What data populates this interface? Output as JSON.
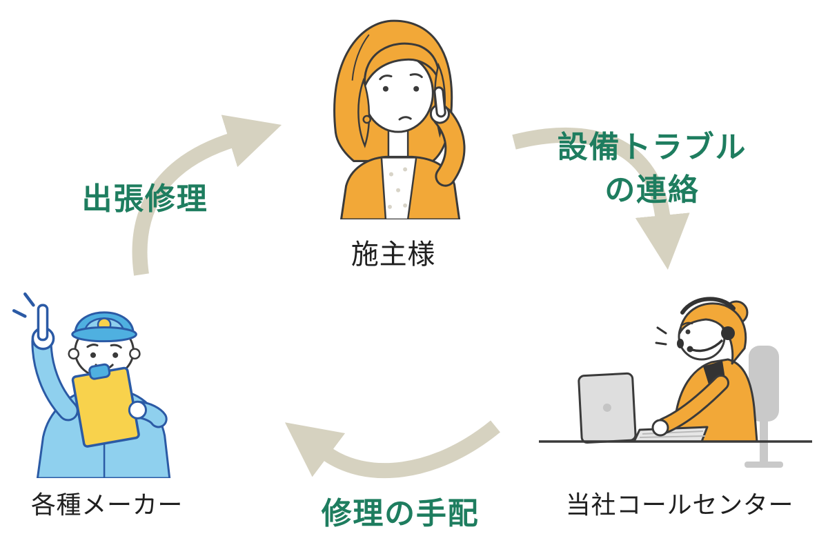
{
  "diagram": {
    "actors": {
      "owner": {
        "label": "施主様"
      },
      "callcenter": {
        "label": "当社コールセンター"
      },
      "maker": {
        "label": "各種メーカー"
      }
    },
    "flows": {
      "trouble": {
        "from": "施主様",
        "to": "当社コールセンター",
        "label": "設備トラブルの連絡",
        "label_lines": [
          "設備トラブル",
          "の連絡"
        ]
      },
      "arrange": {
        "from": "当社コールセンター",
        "to": "各種メーカー",
        "label": "修理の手配"
      },
      "repair": {
        "from": "各種メーカー",
        "to": "施主様",
        "label": "出張修理"
      }
    }
  },
  "colors": {
    "flow-text": "#1e7d5f",
    "actor-text": "#1f1f1f",
    "arrow": "#d6d2c0",
    "orange": "#f2a838",
    "blue": "#4fb0e0",
    "blue-light": "#8fd0ee",
    "navy": "#2b5aa5",
    "yellow": "#f8d24c",
    "outline": "#3a3a3a",
    "gray-chair": "#c9c9c9",
    "laptop": "#dedede"
  }
}
